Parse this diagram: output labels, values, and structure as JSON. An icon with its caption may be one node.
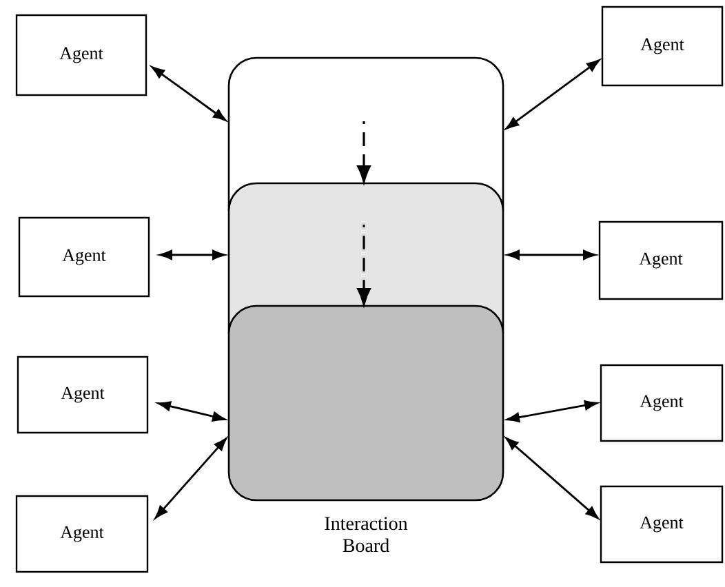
{
  "diagram": {
    "nodes": [
      {
        "text": [],
        "shape": "box"
      },
      {
        "text": [],
        "shape": "box"
      },
      {
        "text": [],
        "shape": "box",
        "beside": [
          "Interaction Board"
        ]
      },
      {
        "text": [
          "Agent"
        ]
      },
      {
        "text": [
          "Agent"
        ]
      },
      {
        "text": [
          "Agent"
        ]
      },
      {
        "text": [
          "Agent"
        ]
      },
      {
        "text": [
          "Agent"
        ]
      },
      {
        "text": [
          "Agent"
        ]
      },
      {
        "text": [
          "Agent"
        ]
      },
      {
        "text": [
          "Agent"
        ]
      }
    ],
    "edges": [
      {
        "from": 0,
        "to": 1,
        "arrow": "to",
        "style": "dashed"
      },
      {
        "from": 1,
        "to": 2,
        "arrow": "to",
        "style": "dashed"
      },
      {
        "from": 3,
        "to": 0,
        "arrow": "both"
      },
      {
        "from": 4,
        "to": 0,
        "arrow": "both"
      },
      {
        "from": 5,
        "to": 1,
        "arrow": "both"
      },
      {
        "from": 6,
        "to": 1,
        "arrow": "both"
      },
      {
        "from": 7,
        "to": 2,
        "arrow": "both"
      },
      {
        "from": 8,
        "to": 2,
        "arrow": "both"
      },
      {
        "from": 9,
        "to": 2,
        "arrow": "both"
      },
      {
        "from": 10,
        "to": 2,
        "arrow": "both"
      }
    ]
  }
}
